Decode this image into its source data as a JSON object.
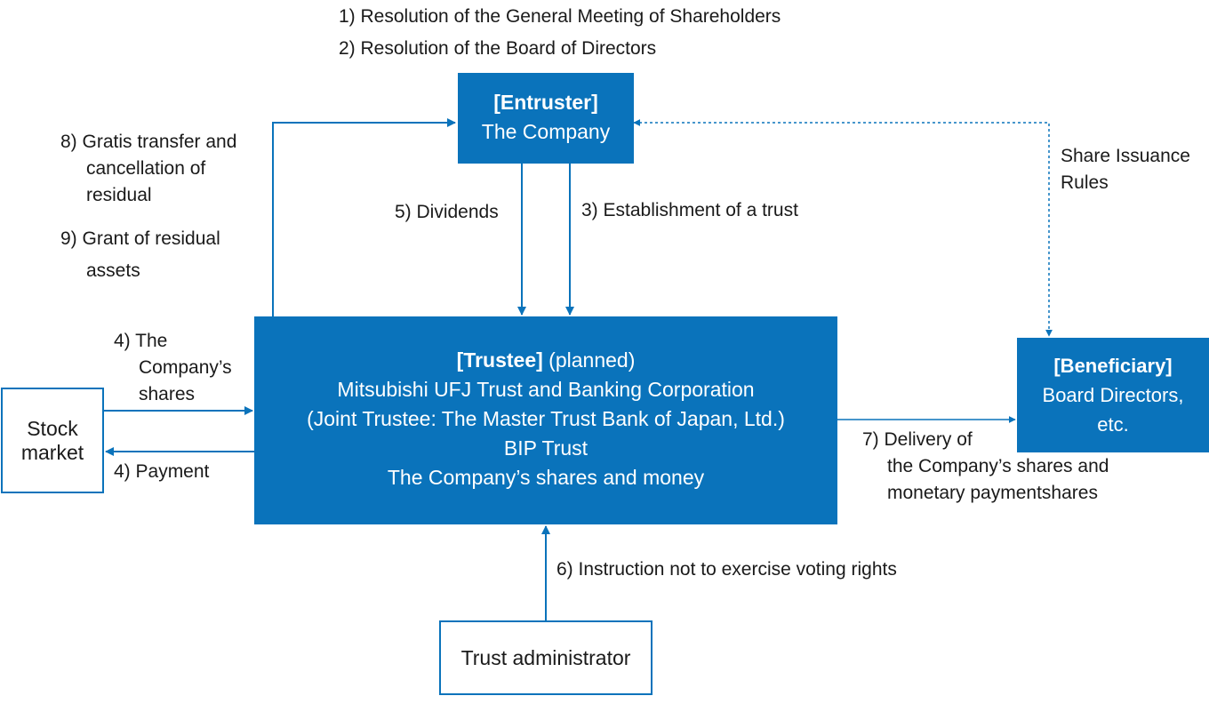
{
  "top_notes": [
    "1) Resolution of the General Meeting of Shareholders",
    "2) Resolution of the Board of Directors"
  ],
  "entruster": {
    "role": "[Entruster]",
    "name": "The Company"
  },
  "trustee": {
    "role": "[Trustee]",
    "status": "(planned)",
    "lines": [
      "Mitsubishi UFJ Trust and Banking Corporation",
      "(Joint Trustee: The Master Trust Bank of Japan, Ltd.)",
      "BIP Trust",
      "The Company’s shares and money"
    ]
  },
  "beneficiary": {
    "role": "[Beneficiary]",
    "lines": [
      "Board Directors,",
      "etc."
    ]
  },
  "stock_market": {
    "lines": [
      "Stock",
      "market"
    ]
  },
  "trust_administrator": {
    "label": "Trust administrator"
  },
  "flows": {
    "gratis_transfer": [
      "8) Gratis transfer and",
      "cancellation of",
      "residual"
    ],
    "grant_residual": [
      "9) Grant of residual",
      "assets"
    ],
    "dividends": "5) Dividends",
    "establishment": "3) Establishment of a trust",
    "share_issuance_rules": [
      "Share Issuance",
      "Rules"
    ],
    "company_shares": [
      "4) The",
      "Company’s",
      "shares"
    ],
    "payment": "4) Payment",
    "delivery": [
      "7) Delivery of",
      "the Company’s shares and",
      "monetary paymentshares"
    ],
    "instruction": "6) Instruction not to exercise voting rights"
  },
  "colors": {
    "accent": "#0a73bb",
    "text": "#1a1a1a",
    "background": "#ffffff"
  }
}
